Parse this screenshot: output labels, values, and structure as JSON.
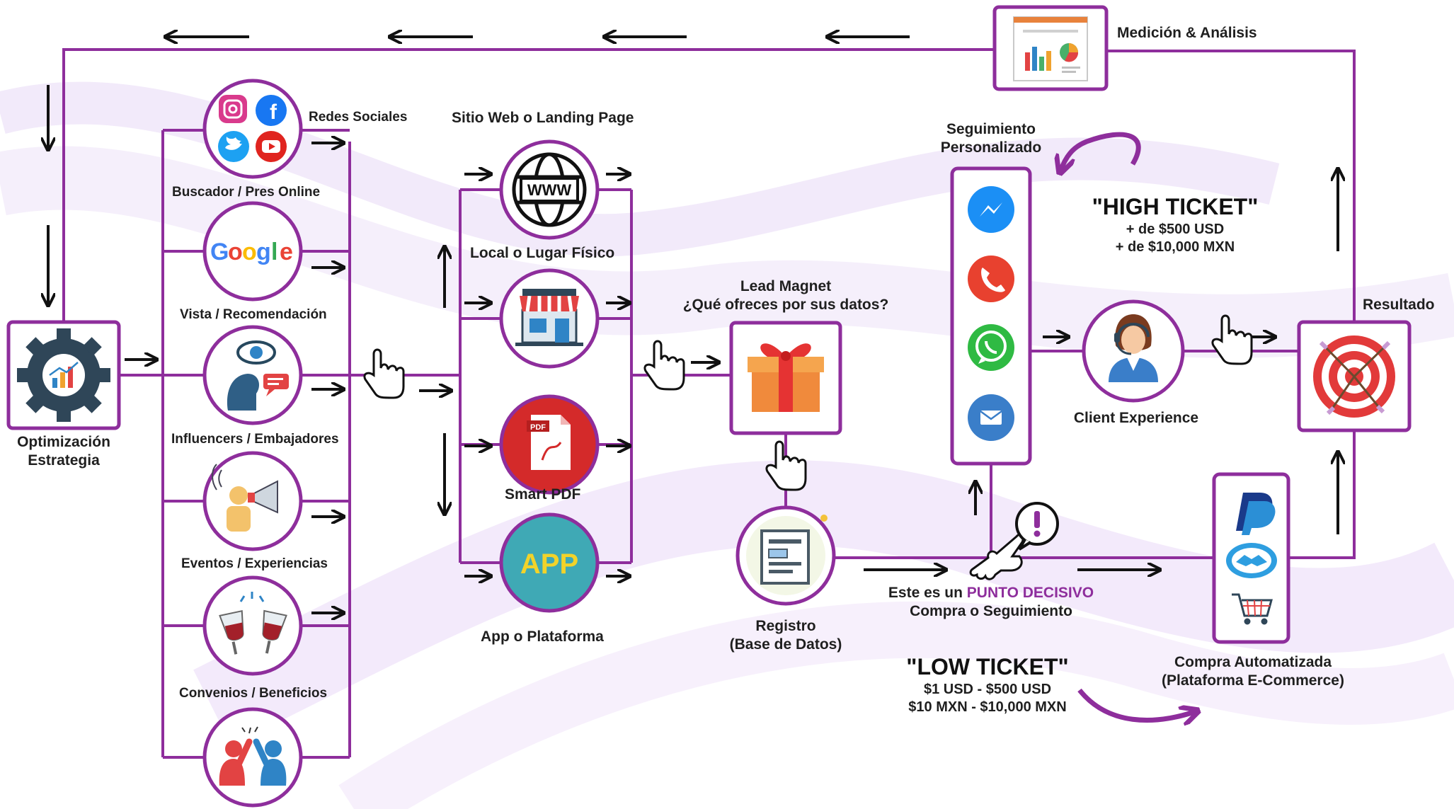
{
  "colors": {
    "frame": "#8e2e9c",
    "arrow": "#111111",
    "background": "#ffffff",
    "wave": "#c9a6e6"
  },
  "strategy": {
    "line1": "Optimización",
    "line2": "Estrategia",
    "icon": "gear-chart-icon"
  },
  "measurement": {
    "label": "Medición & Análisis",
    "icon": "report-chart-icon"
  },
  "channels": {
    "social": {
      "label": "Redes Sociales",
      "icons": [
        "instagram-icon",
        "facebook-icon",
        "twitter-icon",
        "youtube-icon"
      ]
    },
    "search": {
      "label": "Buscador / Pres Online",
      "logo": [
        "G",
        "o",
        "o",
        "g",
        "l",
        "e"
      ]
    },
    "referral": {
      "label": "Vista  / Recomendación"
    },
    "influencers": {
      "label": "Influencers / Embajadores"
    },
    "events": {
      "label": "Eventos / Experiencias"
    },
    "agreements": {
      "label": "Convenios / Beneficios"
    }
  },
  "touchpoints": {
    "web": {
      "label": "Sitio Web o Landing Page",
      "badge": "WWW"
    },
    "local": {
      "label": "Local o Lugar Físico"
    },
    "pdf": {
      "label": "Smart PDF",
      "badge": "PDF"
    },
    "app": {
      "label": "App o Plataforma",
      "badge": "APP"
    }
  },
  "lead_magnet": {
    "line1": "Lead Magnet",
    "line2": "¿Qué ofreces por sus datos?",
    "icon": "gift-icon"
  },
  "registro": {
    "line1": "Registro",
    "line2": "(Base de Datos)",
    "icon": "form-icon"
  },
  "decision": {
    "prefix": "Este es un ",
    "highlight": "PUNTO DECISIVO",
    "line2": "Compra o Seguimiento"
  },
  "followup": {
    "line1": "Seguimiento",
    "line2": "Personalizado",
    "icons": [
      "messenger-icon",
      "phone-icon",
      "whatsapp-icon",
      "email-icon"
    ]
  },
  "high_ticket": {
    "title": "\"HIGH TICKET\"",
    "line1": "+ de $500 USD",
    "line2": "+ de $10,000 MXN"
  },
  "low_ticket": {
    "title": "\"LOW TICKET\"",
    "line1": "$1 USD - $500 USD",
    "line2": "$10 MXN - $10,000 MXN"
  },
  "client_experience": {
    "label": "Client Experience",
    "icon": "support-agent-icon"
  },
  "ecommerce": {
    "line1": "Compra Automatizada",
    "line2": "(Plataforma E-Commerce)",
    "icons": [
      "paypal-icon",
      "mercadopago-icon",
      "cart-icon"
    ]
  },
  "result": {
    "label": "Resultado",
    "icon": "target-icon"
  }
}
